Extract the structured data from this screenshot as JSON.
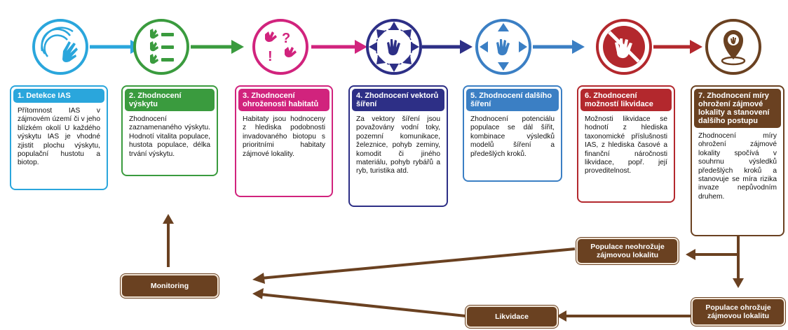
{
  "steps": [
    {
      "id": 1,
      "title": "1. Detekce IAS",
      "text": "Přítomnost IAS v zájmovém území či v jeho blízkém okolí U každého výskytu IAS je vhodné zjistit plochu výskytu, populační hustotu a biotop.",
      "color": "#2aa6dc",
      "icon": "detection-waves-icon"
    },
    {
      "id": 2,
      "title": "2. Zhodnocení výskytu",
      "text": "Zhodnocení zaznamenaného výskytu. Hodnotí vitalita populace, hustota populace, délka trvání výskytu.",
      "color": "#3a9b3e",
      "icon": "hand-list-icon"
    },
    {
      "id": 3,
      "title": "3. Zhodnocení ohroženosti habitatů",
      "text": "Habitaty jsou hodnoceny z hlediska podobnosti invadovaného biotopu s prioritními habitaty zájmové lokality.",
      "color": "#d1237d",
      "icon": "hands-question-icon"
    },
    {
      "id": 4,
      "title": "4. Zhodnocení vektorů šíření",
      "text": "Za vektory šíření jsou považovány vodní toky, pozemní komunikace, železnice, pohyb zeminy, komodit či jiného materiálu, pohyb rybářů a ryb, turistika atd.",
      "color": "#2d2f86",
      "icon": "hand-vectors-icon"
    },
    {
      "id": 5,
      "title": "5. Zhodnocení dalšího šíření",
      "text": "Zhodnocení potenciálu populace se dál šířit, kombinace výsledků modelů šíření a předešlých kroků.",
      "color": "#3b7fc4",
      "icon": "hand-spread-icon"
    },
    {
      "id": 6,
      "title": "6. Zhodnocení možností likvidace",
      "text": "Možnosti likvidace se hodnotí z hlediska taxonomické příslušnosti IAS, z hlediska časové a finanční náročnosti likvidace, popř. její proveditelnost.",
      "color": "#b3282d",
      "icon": "hand-prohibited-icon"
    },
    {
      "id": 7,
      "title": "7. Zhodnocení míry ohrožení zájmové lokality a stanovení dalšího postupu",
      "text": "Zhodnocení míry ohrožení zájmové lokality spočívá v souhrnu výsledků předešlých kroků a stanovuje se míra rizika invaze nepůvodním druhem.",
      "color": "#6a4121",
      "icon": "hand-location-pin-icon"
    }
  ],
  "outcomes": {
    "not_threatened": "Populace neohrožuje zájmovou lokalitu",
    "threatened": "Populace ohrožuje zájmovou lokalitu",
    "monitoring": "Monitoring",
    "liquidation": "Likvidace"
  },
  "brown": "#6a4121"
}
